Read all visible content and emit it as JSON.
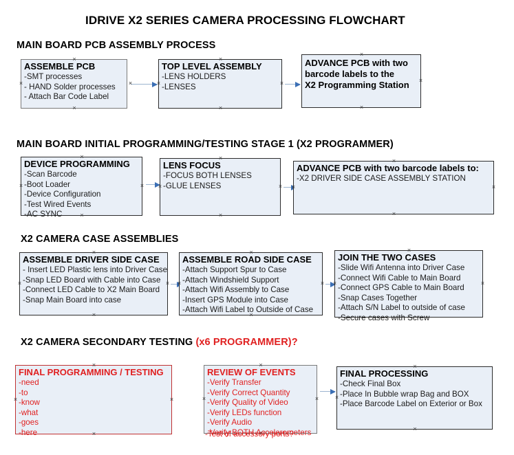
{
  "document": {
    "title": "IDRIVE X2  SERIES CAMERA PROCESSING FLOWCHART"
  },
  "sections": [
    {
      "id": "main-board-pcb-assembly-process",
      "heading": "MAIN BOARD PCB ASSEMBLY PROCESS",
      "heading_red": "",
      "boxes": [
        {
          "id": "assemble-pcb",
          "title": "ASSEMBLE PCB",
          "title_color": "#000000",
          "border_color": "#7a7a7a",
          "fill": "#e9eff7",
          "lines": [
            "-SMT processes",
            "- HAND Solder processes",
            "- Attach Bar Code Label"
          ]
        },
        {
          "id": "top-level-assembly",
          "title": "TOP LEVEL ASSEMBLY",
          "title_color": "#000000",
          "border_color": "#2b2b2b",
          "fill": "#e9eff7",
          "lines": [
            "-LENS HOLDERS",
            "-LENSES"
          ]
        },
        {
          "id": "advance-pcb-to-x2-programming-station",
          "title": "ADVANCE PCB with two",
          "title_color": "#000000",
          "border_color": "#2b2b2b",
          "fill": "#e9eff7",
          "lines": [
            "barcode labels to the",
            " X2 Programming Station"
          ]
        }
      ]
    },
    {
      "id": "main-board-initial-programming",
      "heading": "MAIN BOARD INITIAL PROGRAMMING/TESTING STAGE 1 (X2 PROGRAMMER)",
      "heading_red": "",
      "boxes": [
        {
          "id": "device-programming",
          "title": "DEVICE PROGRAMMING",
          "title_color": "#000000",
          "border_color": "#2b2b2b",
          "fill": "#e9eff7",
          "lines": [
            "-Scan Barcode",
            "-Boot Loader",
            "-Device Configuration",
            "-Test Wired Events",
            "-AC SYNC"
          ]
        },
        {
          "id": "lens-focus",
          "title": "LENS FOCUS",
          "title_color": "#000000",
          "border_color": "#2b2b2b",
          "fill": "#e9eff7",
          "lines": [
            "-FOCUS BOTH LENSES",
            "-GLUE LENSES"
          ]
        },
        {
          "id": "advance-pcb-to-driver-side-case-assembly",
          "title": "ADVANCE PCB with two barcode labels to:",
          "title_color": "#000000",
          "border_color": "#2b2b2b",
          "fill": "#e9eff7",
          "lines": [
            "-X2 DRIVER  SIDE  CASE  ASSEMBLY STATION"
          ]
        }
      ]
    },
    {
      "id": "x2-camera-case-assemblies",
      "heading": "X2 CAMERA CASE ASSEMBLIES",
      "heading_red": "",
      "boxes": [
        {
          "id": "assemble-driver-side-case",
          "title": "ASSEMBLE DRIVER SIDE CASE",
          "title_color": "#000000",
          "border_color": "#2b2b2b",
          "fill": "#e9eff7",
          "lines": [
            "- Insert LED Plastic lens into Driver Case",
            "-Snap LED Board with Cable into Case",
            "-Connect LED Cable to X2 Main Board",
            "-Snap Main Board into case"
          ]
        },
        {
          "id": "assemble-road-side-case",
          "title": "ASSEMBLE ROAD SIDE CASE",
          "title_color": "#000000",
          "border_color": "#2b2b2b",
          "fill": "#e9eff7",
          "lines": [
            "-Attach Support Spur to Case",
            "-Attach Windshield Support",
            "-Attach Wifi Assembly to Case",
            "-Insert GPS Module into Case",
            "-Attach Wifi Label to Outside of Case"
          ]
        },
        {
          "id": "join-the-two-cases",
          "title": "JOIN THE TWO CASES",
          "title_color": "#000000",
          "border_color": "#2b2b2b",
          "fill": "#e9eff7",
          "lines": [
            "-Slide Wifi Antenna into Driver Case",
            "-Connect Wifi Cable to Main Board",
            "-Connect GPS Cable to Main Board",
            "-Snap Cases Together",
            "-Attach S/N Label to outside of case",
            "-Secure cases with Screw"
          ]
        }
      ]
    },
    {
      "id": "x2-camera-secondary-testing",
      "heading": "X2 CAMERA SECONDARY TESTING ",
      "heading_red": "(x6 PROGRAMMER)?",
      "boxes": [
        {
          "id": "final-programming-testing",
          "title": "FINAL PROGRAMMING / TESTING",
          "title_color": "#e02020",
          "border_color": "#c03030",
          "fill": "#e9eff7",
          "lines": [
            "-need",
            "-to",
            "-know",
            "-what",
            "-goes",
            "-here"
          ]
        },
        {
          "id": "review-of-events",
          "title": "REVIEW OF EVENTS",
          "title_color": "#e02020",
          "border_color": "#7a7a7a",
          "fill": "#e9eff7",
          "lines": [
            "-Verify Transfer",
            "-Verify Correct Quantity",
            "-Verify Quality of Video",
            "-Verify LEDs function",
            "-Verify Audio",
            "-Verify BOTH Accelerometers"
          ],
          "overflow_line": "-Test of accessory ports?"
        },
        {
          "id": "final-processing",
          "title": "FINAL PROCESSING",
          "title_color": "#000000",
          "border_color": "#2b2b2b",
          "fill": "#e9eff7",
          "lines": [
            " -Check Final Box",
            "-Place In Bubble wrap Bag and BOX",
            "-Place Barcode Label on Exterior or Box"
          ]
        }
      ]
    }
  ],
  "colors": {
    "box_fill": "#e9eff7",
    "box_border_dark": "#2b2b2b",
    "box_border_gray": "#7a7a7a",
    "box_border_red": "#c03030",
    "accent_red": "#e02020",
    "connector_line": "#9bb4cf",
    "connector_arrow": "#3b6fb5",
    "text": "#1a1a1a"
  }
}
